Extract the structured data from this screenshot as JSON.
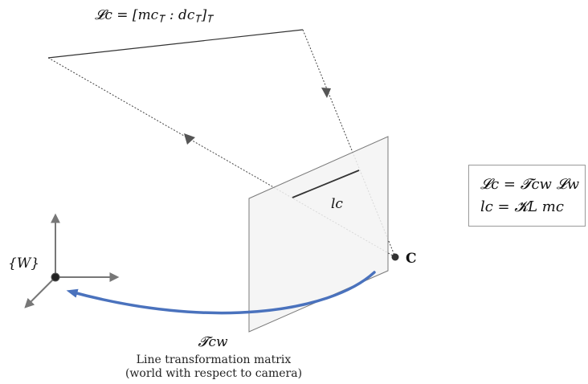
{
  "top_label": "𝓛c = [mc⊺ : dc⊺]⊺",
  "image_line_label": "lc",
  "camera_label": "C",
  "world_frame_label": "{W}",
  "transform_label": "𝓣cw",
  "caption_line1": "Line transformation matrix",
  "caption_line2": "(world with respect to camera)",
  "equations": [
    "𝓛c = 𝓣cw 𝓛w",
    "lc = 𝓚L mc"
  ],
  "colors": {
    "arrow": "#4a72bd",
    "lines": "#333333",
    "plane_fill": "#f3f3f3",
    "plane_stroke": "#7a7a7a",
    "axes": "#777777",
    "point": "#333333"
  }
}
